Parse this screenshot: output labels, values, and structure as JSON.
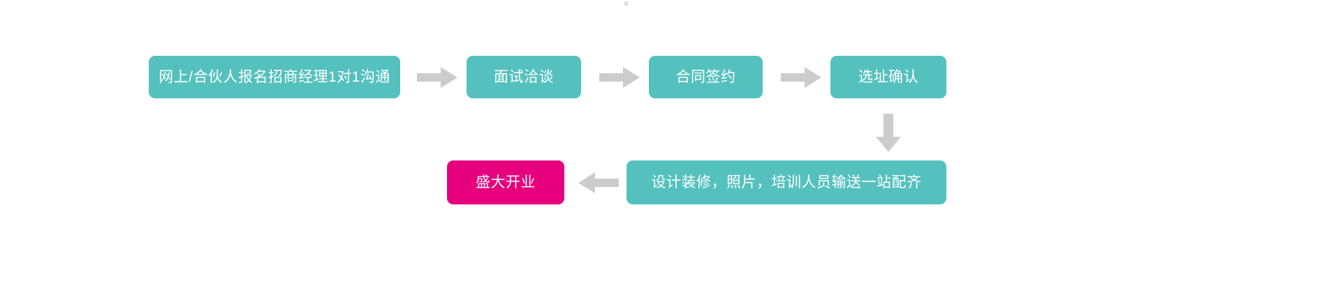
{
  "diagram": {
    "type": "process-flowchart",
    "title": "",
    "orientation": "horizontal-serpentine",
    "background_color": "#ffffff",
    "colors": {
      "node_default": "#55c1be",
      "node_highlight": "#e6007e",
      "node_text": "#ffffff",
      "arrow": "#cccccc"
    },
    "nodes": [
      {
        "id": "signup",
        "label": "网上/合伙人报名招商经理1对1沟通",
        "step": 1,
        "color": "#55c1be",
        "row": "top"
      },
      {
        "id": "interview",
        "label": "面试洽谈",
        "step": 2,
        "color": "#55c1be",
        "row": "top"
      },
      {
        "id": "contract",
        "label": "合同签约",
        "step": 3,
        "color": "#55c1be",
        "row": "top"
      },
      {
        "id": "site",
        "label": "选址确认",
        "step": 4,
        "color": "#55c1be",
        "row": "top"
      },
      {
        "id": "fitout",
        "label": "设计装修，照片，培训人员输送一站配齐",
        "step": 5,
        "color": "#55c1be",
        "row": "bottom"
      },
      {
        "id": "opening",
        "label": "盛大开业",
        "step": 6,
        "color": "#e6007e",
        "row": "bottom"
      }
    ],
    "connectors": [
      {
        "id": "c1",
        "from": "signup",
        "to": "interview",
        "direction": "right",
        "color": "#cccccc"
      },
      {
        "id": "c2",
        "from": "interview",
        "to": "contract",
        "direction": "right",
        "color": "#cccccc"
      },
      {
        "id": "c3",
        "from": "contract",
        "to": "site",
        "direction": "right",
        "color": "#cccccc"
      },
      {
        "id": "c4",
        "from": "site",
        "to": "fitout",
        "direction": "down",
        "color": "#cccccc"
      },
      {
        "id": "c5",
        "from": "fitout",
        "to": "opening",
        "direction": "left",
        "color": "#cccccc"
      }
    ]
  }
}
